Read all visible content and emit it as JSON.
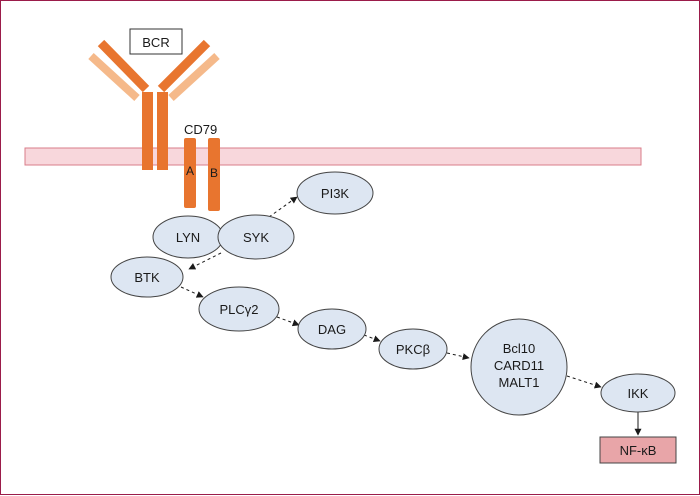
{
  "diagram": {
    "receptor_label": "BCR",
    "coreceptor_label": "CD79",
    "chain_a": "A",
    "chain_b": "B",
    "nodes": {
      "lyn": "LYN",
      "syk": "SYK",
      "pi3k": "PI3K",
      "btk": "BTK",
      "plcg2": "PLCγ2",
      "dag": "DAG",
      "pkcb": "PKCβ",
      "complex_line1": "Bcl10",
      "complex_line2": "CARD11",
      "complex_line3": "MALT1",
      "ikk": "IKK",
      "nfkb": "NF-κB"
    },
    "colors": {
      "frame_border": "#9b1c4a",
      "membrane_fill": "#f8d7dc",
      "membrane_stroke": "#d97c8a",
      "antibody_dark": "#e8752f",
      "antibody_light": "#f5b98a",
      "node_fill": "#dde6f2",
      "node_stroke": "#444444",
      "output_fill": "#e8a5a8"
    }
  }
}
